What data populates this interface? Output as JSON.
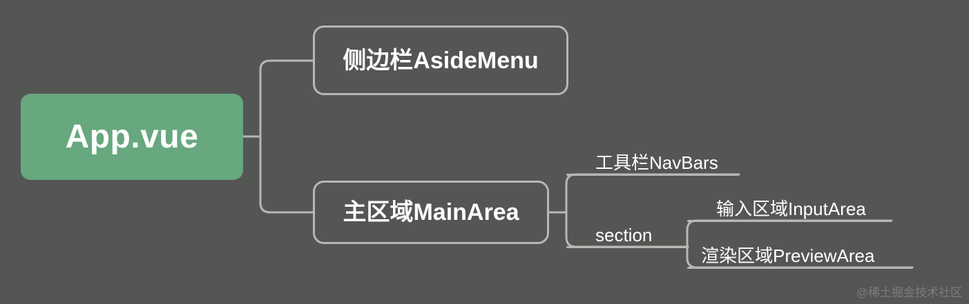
{
  "diagram": {
    "type": "mindmap-tree",
    "orientation": "left-to-right",
    "background_color": "#545654",
    "connector_color": "#b6b8b5",
    "root": {
      "id": "app-vue",
      "label": "App.vue",
      "style": "filled-rounded-box",
      "fill_color": "#67a87e",
      "text_color": "#ffffff"
    },
    "nodes": [
      {
        "id": "aside-menu",
        "label": "侧边栏AsideMenu",
        "style": "outlined-rounded-box",
        "parent": "app-vue",
        "text_color": "#ffffff",
        "border_color": "#b6b8b5"
      },
      {
        "id": "main-area",
        "label": "主区域MainArea",
        "style": "outlined-rounded-box",
        "parent": "app-vue",
        "text_color": "#ffffff",
        "border_color": "#b6b8b5"
      },
      {
        "id": "nav-bars",
        "label": "工具栏NavBars",
        "style": "underline",
        "parent": "main-area",
        "text_color": "#ffffff",
        "rule_color": "#b6b8b5"
      },
      {
        "id": "section",
        "label": "section",
        "style": "underline",
        "parent": "main-area",
        "text_color": "#ffffff",
        "rule_color": "#b6b8b5"
      },
      {
        "id": "input-area",
        "label": "输入区域InputArea",
        "style": "underline",
        "parent": "section",
        "text_color": "#ffffff",
        "rule_color": "#b6b8b5"
      },
      {
        "id": "preview-area",
        "label": "渲染区域PreviewArea",
        "style": "underline",
        "parent": "section",
        "text_color": "#ffffff",
        "rule_color": "#b6b8b5"
      }
    ]
  },
  "watermark": {
    "text": "@稀土掘金技术社区",
    "color": "#7b7d7a"
  }
}
